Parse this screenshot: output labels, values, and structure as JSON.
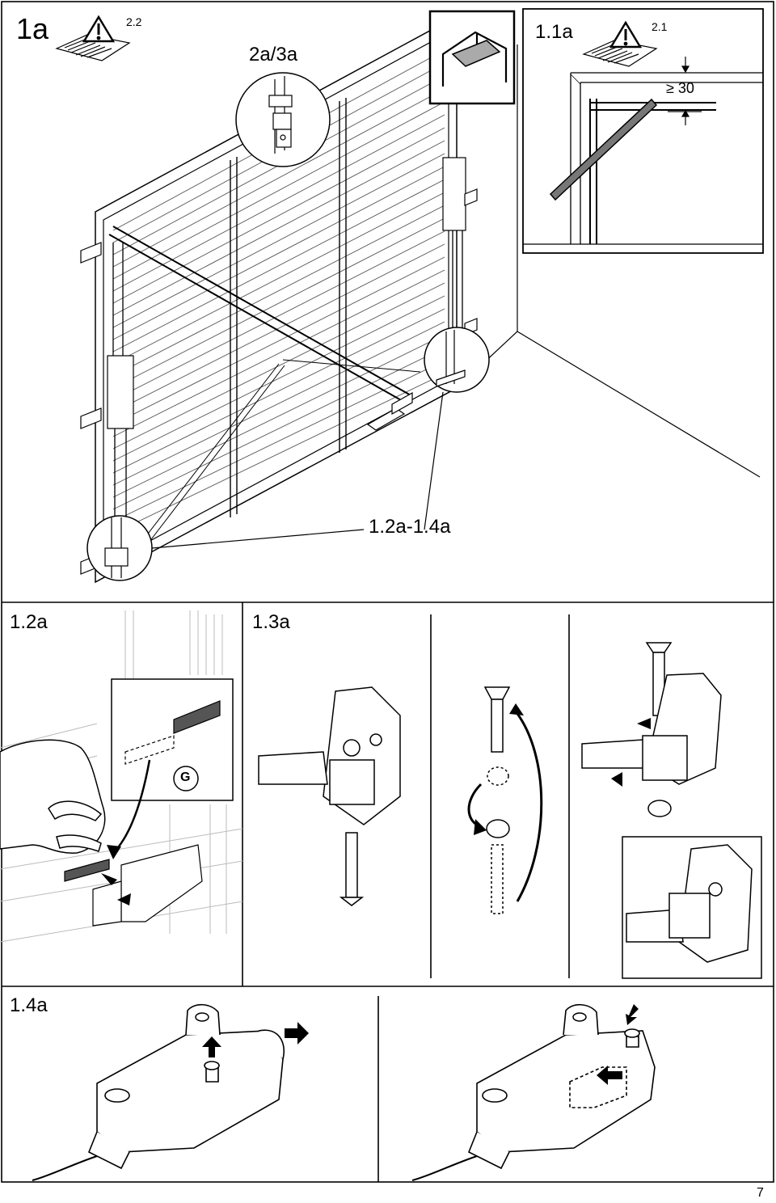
{
  "labels": {
    "main_panel": "1a",
    "main_warning_ref": "2.2",
    "detail_top": "2a/3a",
    "inset_panel": "1.1a",
    "inset_warning_ref": "2.1",
    "clearance": "≥ 30",
    "detail_bottom": "1.2a-1.4a",
    "panel_12a": "1.2a",
    "marker_g": "G",
    "panel_13a": "1.3a",
    "panel_14a": "1.4a",
    "page_number": "7"
  },
  "icons": [
    "warning-book-icon",
    "door-frame-icon",
    "arrow-icon"
  ]
}
